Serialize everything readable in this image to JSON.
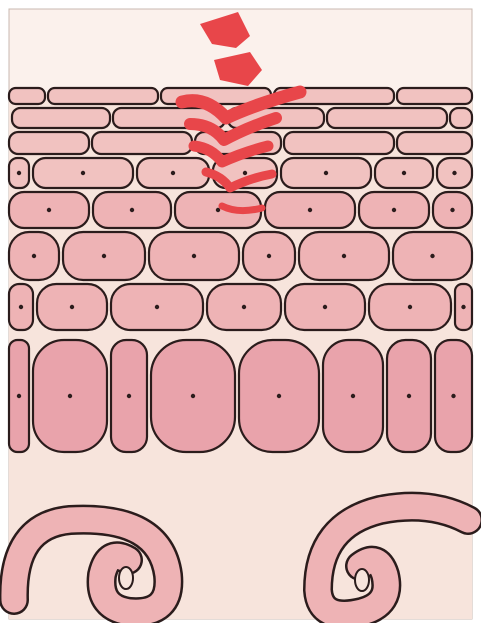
{
  "colors": {
    "page": "#ffffff",
    "tissue_background": "#f7e4dc",
    "cell_light": "#f1c2c0",
    "cell_mid": "#eeb3b5",
    "cell_deep": "#e9a3ab",
    "cell_outline": "#2b1c1c",
    "particle": "#e8464a",
    "frame": "#c8b8b0"
  },
  "layers": [
    "flattened-surface-cells",
    "polygonal-cells",
    "columnar-basal-cells",
    "connective-tissue",
    "coiled-structures"
  ],
  "particles": 2,
  "wave_marks": 5,
  "coils": 2
}
